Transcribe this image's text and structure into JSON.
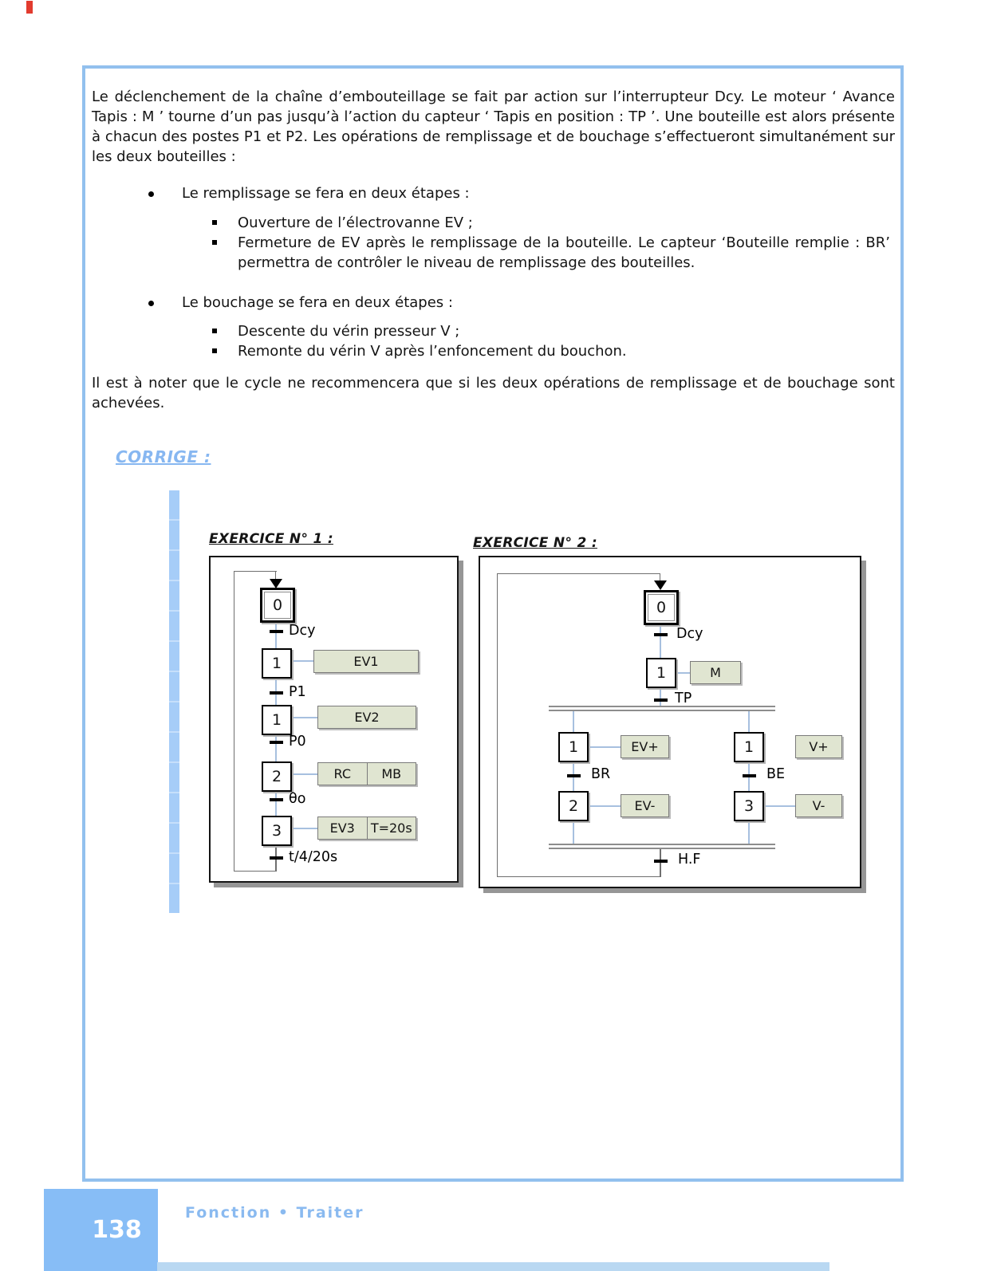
{
  "document": {
    "intro": "Le déclenchement de la chaîne d’embouteillage se fait par action sur l’interrupteur Dcy. Le moteur ‘ Avance Tapis : M ’ tourne  d’un pas jusqu’à l’action du capteur ‘ Tapis en position : TP ’. Une bouteille est alors présente à chacun des postes P1 et P2. Les opérations de remplissage et de bouchage s’effectueront simultanément sur les deux bouteilles :",
    "bullets": {
      "b1": "Le remplissage se fera en deux étapes :",
      "b1s1": "Ouverture de l’électrovanne EV ;",
      "b1s2": "Fermeture de EV après le remplissage de la bouteille. Le capteur ‘Bouteille remplie : BR’ permettra de contrôler le niveau de remplissage des bouteilles.",
      "b2": "Le bouchage se fera en deux étapes :",
      "b2s1": "Descente du vérin presseur V ;",
      "b2s2": "Remonte du vérin V après l’enfoncement du bouchon."
    },
    "note": "Il est à noter que le cycle ne recommencera que si les deux opérations de remplissage et de bouchage sont achevées.",
    "corrige_heading": "CORRIGE :"
  },
  "ex1": {
    "title": "EXERCICE N° 1 :",
    "step0": "0",
    "step1": "1",
    "step2": "1",
    "step3": "2",
    "step4": "3",
    "t1": "Dcy",
    "t2": "P1",
    "t3": "P0",
    "t4": "θo",
    "t5": "t/4/20s",
    "a1": "EV1",
    "a2": "EV2",
    "a3a": "RC",
    "a3b": "MB",
    "a4a": "EV3",
    "a4b": "T=20s"
  },
  "ex2": {
    "title": "EXERCICE N° 2 :",
    "step0": "0",
    "step1": "1",
    "t1": "Dcy",
    "t2": "TP",
    "a1": "M",
    "ls1": "1",
    "la1": "EV+",
    "lt": "BR",
    "ls2": "2",
    "la2": "EV-",
    "rs1": "1",
    "ra1": "V+",
    "rt": "BE",
    "rs2": "3",
    "ra2": "V-",
    "t3": "H.F"
  },
  "footer": {
    "page_number": "138",
    "section_label": "Fonction • Traiter"
  },
  "colors": {
    "page_border": "#92c0ee",
    "accent_blue": "#87bdf6",
    "heading_blue": "#87b7f1",
    "action_fill": "#e0e5d1",
    "sidebar_bar": "#a6cdf8",
    "red_mark": "#e23b2e",
    "line_blue": "#a7c0df",
    "line_gray": "#6f6f6f"
  }
}
